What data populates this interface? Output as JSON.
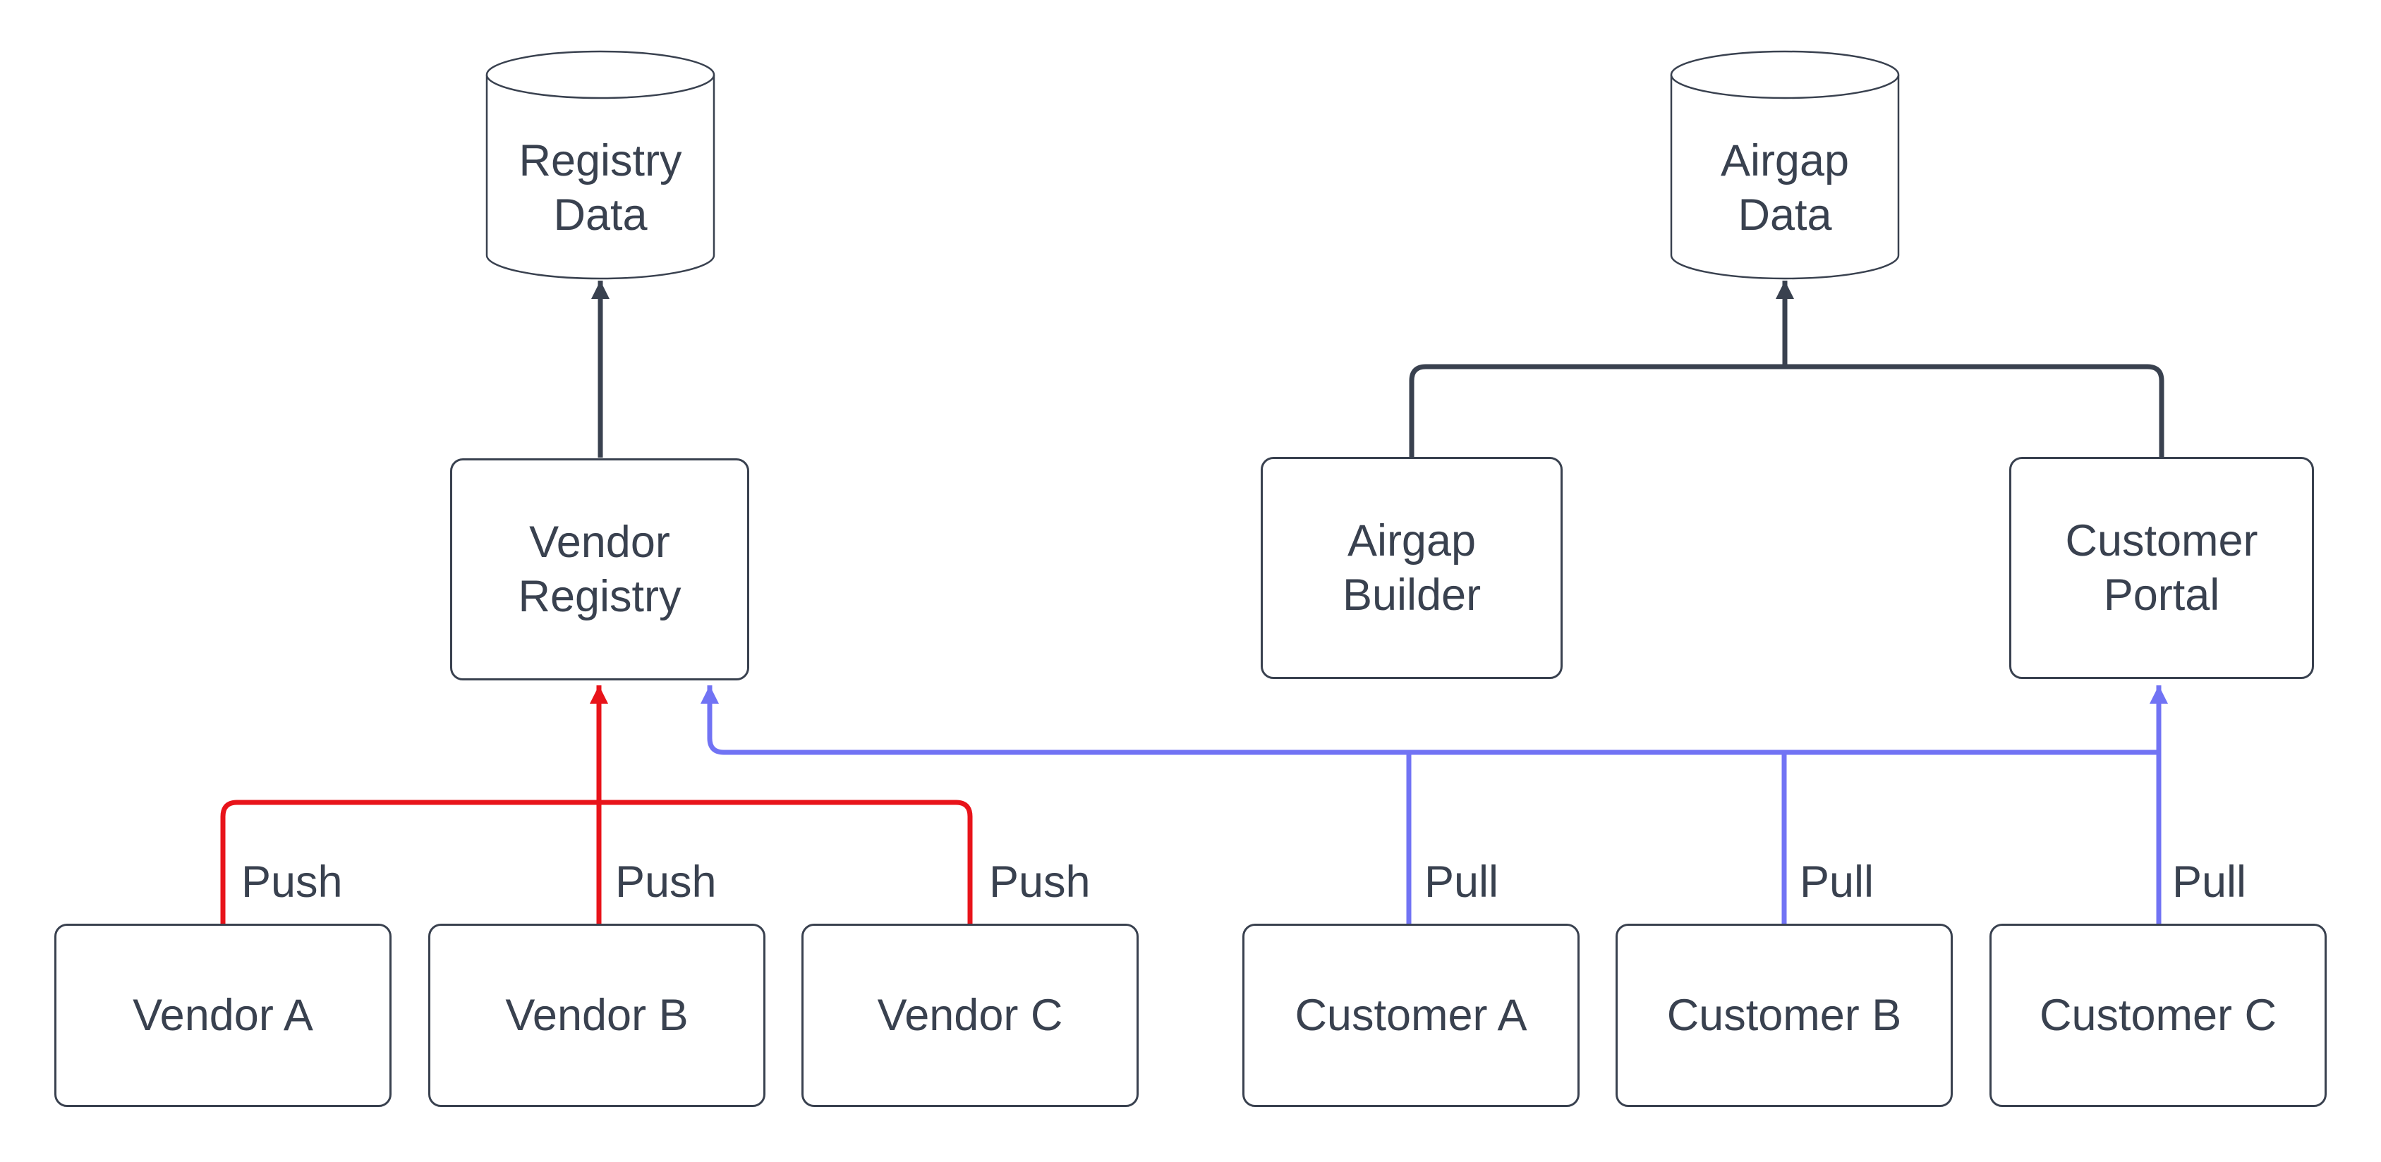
{
  "diagram": {
    "colors": {
      "dark": "#39414f",
      "red": "#e8131a",
      "blue": "#7173f4",
      "background": "#ffffff"
    },
    "cylinders": {
      "registry_data": {
        "label": "Registry\nData"
      },
      "airgap_data": {
        "label": "Airgap\nData"
      }
    },
    "processes": {
      "vendor_registry": {
        "label": "Vendor\nRegistry"
      },
      "airgap_builder": {
        "label": "Airgap\nBuilder"
      },
      "customer_portal": {
        "label": "Customer\nPortal"
      }
    },
    "sources": {
      "vendor_a": {
        "label": "Vendor A"
      },
      "vendor_b": {
        "label": "Vendor B"
      },
      "vendor_c": {
        "label": "Vendor C"
      },
      "customer_a": {
        "label": "Customer A"
      },
      "customer_b": {
        "label": "Customer B"
      },
      "customer_c": {
        "label": "Customer C"
      }
    },
    "edge_labels": {
      "push_a": "Push",
      "push_b": "Push",
      "push_c": "Push",
      "pull_a": "Pull",
      "pull_b": "Pull",
      "pull_c": "Pull"
    }
  }
}
